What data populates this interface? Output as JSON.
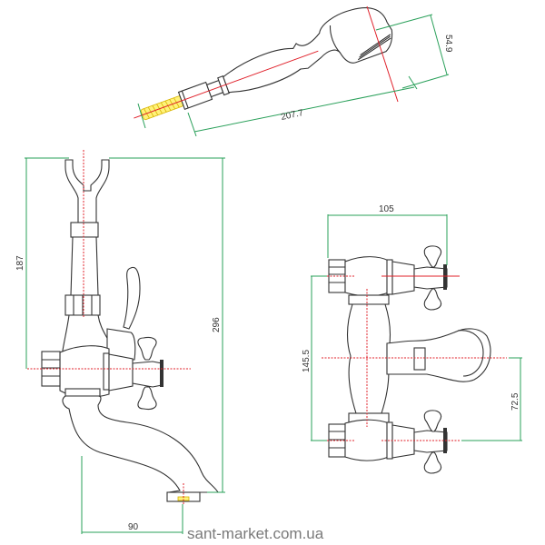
{
  "drawing": {
    "title": "Bath mixer with hand shower — dimensional drawing",
    "colors": {
      "outline": "#333333",
      "centerline": "#e0202a",
      "dimension": "#2aa05a",
      "hose": "#fff27a",
      "watermark": "#7a7a7a"
    },
    "hand_shower": {
      "length_label": "207.7",
      "head_width_label": "54.9"
    },
    "side_view": {
      "holder_height_label": "187",
      "total_height_label": "296",
      "spout_reach_label": "90"
    },
    "front_view": {
      "width_label": "105",
      "body_height_label": "145.5",
      "spout_offset_label": "72.5"
    },
    "watermark": "sant-market.com.ua"
  }
}
